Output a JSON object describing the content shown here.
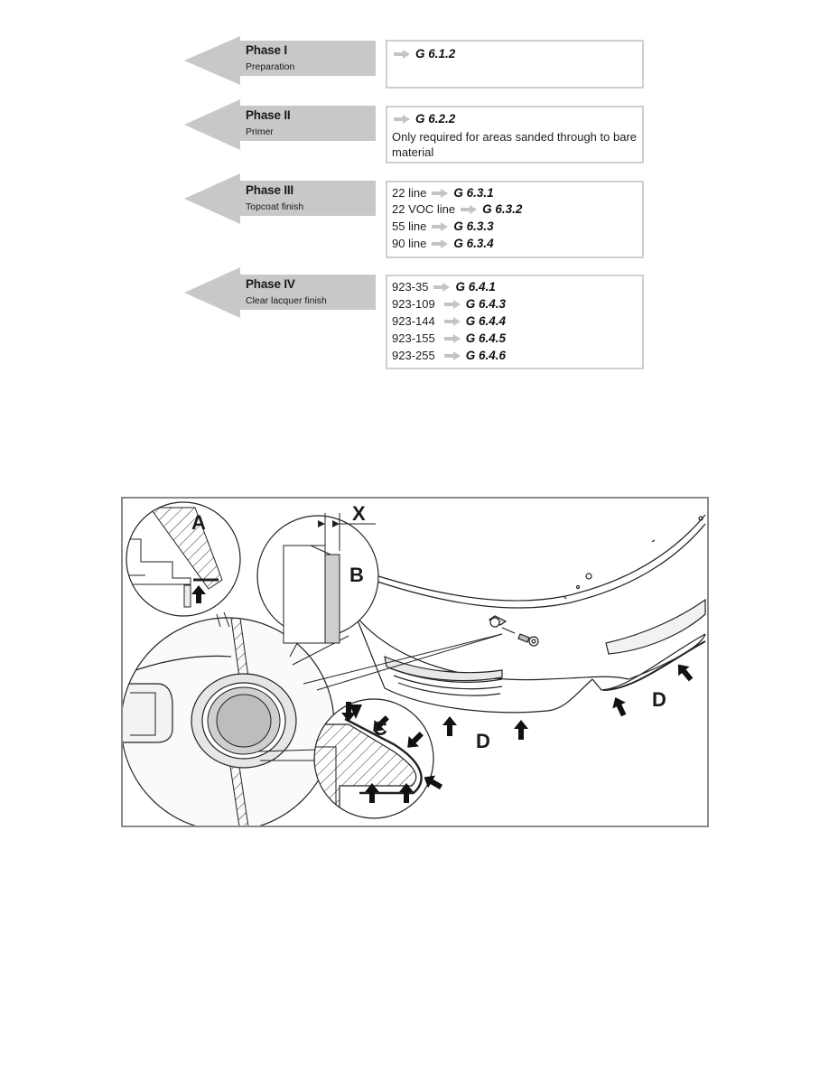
{
  "phases": [
    {
      "title": "Phase I",
      "subtitle": "Preparation",
      "lines": [
        {
          "prefix": "",
          "arrow": true,
          "ref": "G 6.1.2"
        }
      ],
      "note": ""
    },
    {
      "title": "Phase II",
      "subtitle": "Primer",
      "lines": [
        {
          "prefix": "",
          "arrow": true,
          "ref": "G 6.2.2"
        }
      ],
      "note": "Only required for areas sanded through to bare material"
    },
    {
      "title": "Phase III",
      "subtitle": "Topcoat finish",
      "lines": [
        {
          "prefix": "22 line",
          "arrow": true,
          "ref": "G 6.3.1"
        },
        {
          "prefix": "22 VOC line",
          "arrow": true,
          "ref": "G 6.3.2"
        },
        {
          "prefix": "55 line",
          "arrow": true,
          "ref": "G 6.3.3"
        },
        {
          "prefix": "90 line",
          "arrow": true,
          "ref": "G 6.3.4"
        }
      ],
      "note": ""
    },
    {
      "title": "Phase IV",
      "subtitle": "Clear lacquer finish",
      "lines": [
        {
          "prefix": "923-35",
          "arrow": true,
          "ref": "G 6.4.1"
        },
        {
          "prefix": "923-109",
          "arrow": true,
          "ref": "G 6.4.3"
        },
        {
          "prefix": "923-144",
          "arrow": true,
          "ref": "G 6.4.4"
        },
        {
          "prefix": "923-155",
          "arrow": true,
          "ref": "G 6.4.5"
        },
        {
          "prefix": "923-255",
          "arrow": true,
          "ref": "G 6.4.6"
        }
      ],
      "note": ""
    }
  ],
  "figure": {
    "labels": {
      "a": "A",
      "b": "B",
      "c": "C",
      "d1": "D",
      "d2": "D",
      "x": "X"
    }
  },
  "colors": {
    "phase_arrow": "#c8c8c8",
    "phase_box_border": "#cfcfcf",
    "figure_border": "#8a8a8a",
    "inline_arrow": "#c4c4c4"
  }
}
